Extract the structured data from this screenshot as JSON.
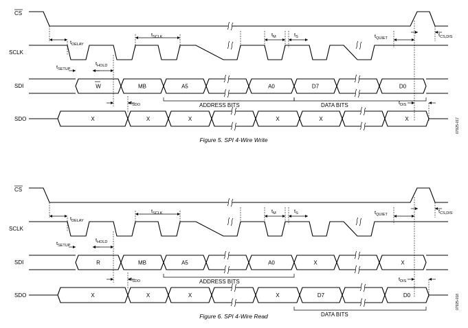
{
  "diagrams": [
    {
      "caption": "Figure 5. SPI 4-Wire Write",
      "code": "07925-017",
      "signals": {
        "cs": "CS",
        "sclk": "SCLK",
        "sdi": "SDI",
        "sdo": "SDO"
      },
      "timing": {
        "tdelay": {
          "t": "t",
          "sub": "DELAY"
        },
        "tsclk": {
          "t": "t",
          "sub": "SCLK"
        },
        "tm": {
          "t": "t",
          "sub": "M"
        },
        "ts": {
          "t": "t",
          "sub": "S"
        },
        "tquiet": {
          "t": "t",
          "sub": "QUIET"
        },
        "tcsdis": {
          "t": "t",
          "sub": "CS,DIS"
        },
        "tsetup": {
          "t": "t",
          "sub": "SETUP"
        },
        "thold": {
          "t": "t",
          "sub": "HOLD"
        },
        "tsdo": {
          "t": "t",
          "sub": "SDO"
        },
        "tdis": {
          "t": "t",
          "sub": "DIS"
        }
      },
      "sdi_cells": [
        "W",
        "MB",
        "A5",
        "A0",
        "D7",
        "D0"
      ],
      "sdo_cells": [
        "X",
        "X",
        "X",
        "X",
        "X",
        "X"
      ],
      "groups": {
        "address": "ADDRESS BITS",
        "data": "DATA BITS"
      }
    },
    {
      "caption": "Figure 6. SPI 4-Wire Read",
      "code": "07925-018",
      "signals": {
        "cs": "CS",
        "sclk": "SCLK",
        "sdi": "SDI",
        "sdo": "SDO"
      },
      "timing": {
        "tdelay": {
          "t": "t",
          "sub": "DELAY"
        },
        "tsclk": {
          "t": "t",
          "sub": "SCLK"
        },
        "tm": {
          "t": "t",
          "sub": "M"
        },
        "ts": {
          "t": "t",
          "sub": "S"
        },
        "tquiet": {
          "t": "t",
          "sub": "QUIET"
        },
        "tcsdis": {
          "t": "t",
          "sub": "CS,DIS"
        },
        "tsetup": {
          "t": "t",
          "sub": "SETUP"
        },
        "thold": {
          "t": "t",
          "sub": "HOLD"
        },
        "tsdo": {
          "t": "t",
          "sub": "SDO"
        },
        "tdis": {
          "t": "t",
          "sub": "DIS"
        }
      },
      "sdi_cells": [
        "R",
        "MB",
        "A5",
        "A0",
        "X",
        "X"
      ],
      "sdo_cells": [
        "X",
        "X",
        "X",
        "X",
        "D7",
        "D0"
      ],
      "groups": {
        "address": "ADDRESS BITS",
        "data": "DATA BITS"
      }
    }
  ]
}
